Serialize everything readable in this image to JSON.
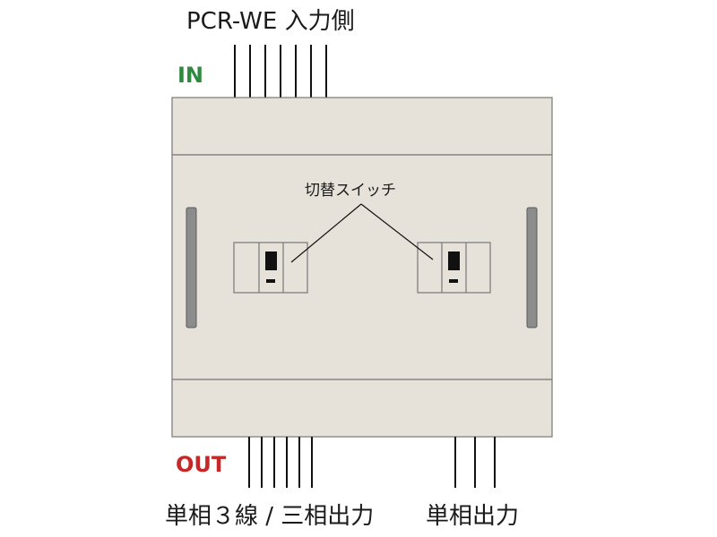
{
  "labels": {
    "input_side": "PCR-WE 入力側",
    "in": "IN",
    "out": "OUT",
    "switch": "切替スイッチ",
    "output_three_phase": "単相３線 / 三相出力",
    "output_single_phase": "単相出力"
  },
  "colors": {
    "in": "#2e8a3e",
    "out": "#c62828",
    "body_fill": "#e6e2d9",
    "outline": "#777777",
    "rail": "#8c8c8c",
    "switch_knob": "#111111"
  },
  "wires": {
    "input_count": 7,
    "output_three_phase_count": 6,
    "output_single_phase_count": 3
  }
}
